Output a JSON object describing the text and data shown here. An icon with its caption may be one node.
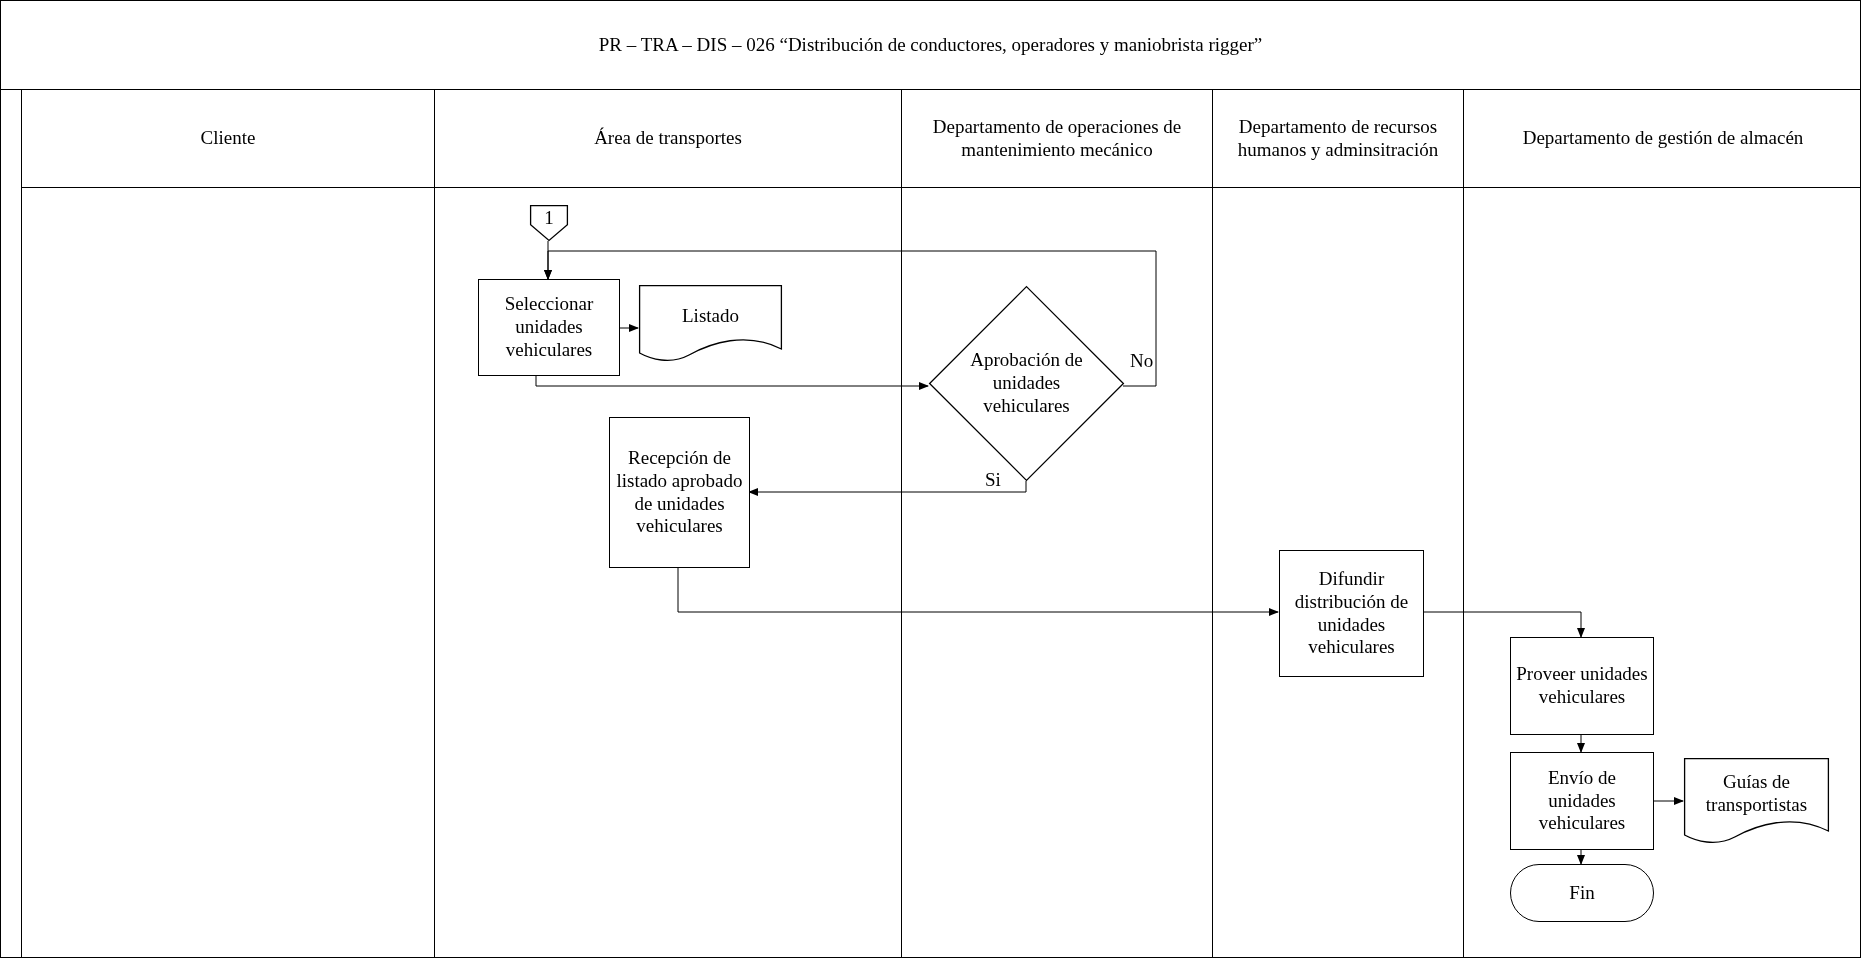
{
  "diagram": {
    "title": "PR – TRA – DIS – 026 “Distribución de conductores, operadores y maniobrista rigger”",
    "nodes": [
      {
        "text": [
          "Cliente"
        ]
      },
      {
        "text": [
          "Área de transportes"
        ]
      },
      {
        "text": [
          "Departamento de operaciones de mantenimiento mecánico"
        ]
      },
      {
        "text": [
          "Departamento de recursos humanos y adminsitración"
        ]
      },
      {
        "text": [
          "Departamento de gestión de almacén"
        ]
      },
      {
        "text": [
          "1"
        ],
        "in": 1
      },
      {
        "text": [
          "Seleccionar unidades vehiculares"
        ],
        "in": 1
      },
      {
        "text": [
          "Listado"
        ],
        "in": 1
      },
      {
        "text": [
          "Aprobación de unidades vehiculares"
        ],
        "in": 2
      },
      {
        "text": [
          "Recepción de listado aprobado de unidades vehiculares"
        ],
        "in": 1
      },
      {
        "text": [
          "Difundir distribución de unidades vehiculares"
        ],
        "in": 3
      },
      {
        "text": [
          "Proveer unidades vehiculares"
        ],
        "in": 4
      },
      {
        "text": [
          "Envío de unidades vehiculares"
        ],
        "in": 4
      },
      {
        "text": [
          "Guías de transportistas"
        ],
        "in": 4
      },
      {
        "text": [
          "Fin"
        ],
        "in": 4
      }
    ],
    "edges": [
      {
        "from": 5,
        "to": 6,
        "arrow": "to"
      },
      {
        "from": 6,
        "to": 7,
        "arrow": "to"
      },
      {
        "from": 6,
        "to": 8,
        "arrow": "to"
      },
      {
        "from": 8,
        "to": 6,
        "arrow": "to",
        "label": "No"
      },
      {
        "from": 8,
        "to": 9,
        "arrow": "to",
        "label": "Si"
      },
      {
        "from": 9,
        "to": 10,
        "arrow": "to"
      },
      {
        "from": 10,
        "to": 11,
        "arrow": "to"
      },
      {
        "from": 11,
        "to": 12,
        "arrow": "to"
      },
      {
        "from": 12,
        "to": 13,
        "arrow": "to"
      },
      {
        "from": 12,
        "to": 14,
        "arrow": "to"
      }
    ]
  }
}
